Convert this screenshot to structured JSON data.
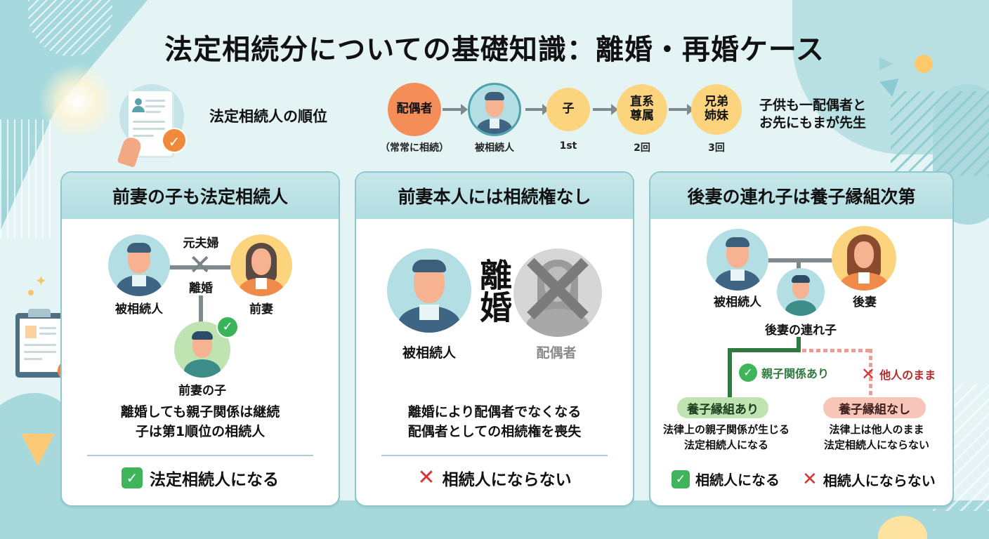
{
  "title": "法定相続分についての基礎知識：離婚・再婚ケース",
  "order_section": {
    "label": "法定相続人の順位",
    "flow": [
      {
        "id": "spouse",
        "text": "配偶者",
        "sub": "（常常に相続）",
        "color": "#f58d59"
      },
      {
        "id": "decedent",
        "text": "",
        "sub": "被相続人",
        "color": "#b3dee3"
      },
      {
        "id": "child",
        "text": "子",
        "sub": "1st",
        "color": "#fcd47d"
      },
      {
        "id": "ascendants",
        "text": "直系\n尊属",
        "sub": "2回",
        "color": "#fcd47d"
      },
      {
        "id": "siblings",
        "text": "兄弟\n姉妹",
        "sub": "3回",
        "color": "#fcd47d"
      }
    ],
    "mnemonic_line1": "子供も一配偶者と",
    "mnemonic_line2": "お先にもまが先生"
  },
  "cards": [
    {
      "title": "前妻の子も法定相続人",
      "labels": {
        "decedent": "被相続人",
        "ex_wife": "前妻",
        "ex_couple": "元夫婦",
        "divorce": "離婚",
        "child": "前妻の子"
      },
      "desc_line1": "離婚しても親子関係は継続",
      "desc_line2": "子は第1順位の相続人",
      "result": {
        "icon": "check",
        "text": "法定相続人になる"
      }
    },
    {
      "title": "前妻本人には相続権なし",
      "labels": {
        "decedent": "被相続人",
        "divorce_vertical": "離婚",
        "spouse": "配偶者"
      },
      "desc_line1": "離婚により配偶者でなくなる",
      "desc_line2": "配偶者としての相続権を喪失",
      "result": {
        "icon": "cross",
        "text": "相続人にならない"
      }
    },
    {
      "title": "後妻の連れ子は養子縁組次第",
      "labels": {
        "decedent": "被相続人",
        "second_wife": "後妻",
        "stepchild": "後妻の連れ子",
        "branch_yes": "親子関係あり",
        "branch_no": "他人のまま"
      },
      "adoption_yes": {
        "pill": "養子縁組あり",
        "line1": "法律上の親子関係が生じる",
        "line2": "法定相続人になる"
      },
      "adoption_no": {
        "pill": "養子縁組なし",
        "line1": "法律上は他人のまま",
        "line2": "法定相続人にならない"
      },
      "result_yes": {
        "icon": "check",
        "text": "相続人になる"
      },
      "result_no": {
        "icon": "cross",
        "text": "相続人にならない"
      }
    }
  ],
  "colors": {
    "background": "#e4f3f4",
    "card_header": "#b2dde1",
    "check_green": "#3fb45a",
    "cross_red": "#d93434",
    "spouse_orange": "#f58d59",
    "heir_yellow": "#fcd47d",
    "line_dark_green": "#2e7a3e"
  }
}
